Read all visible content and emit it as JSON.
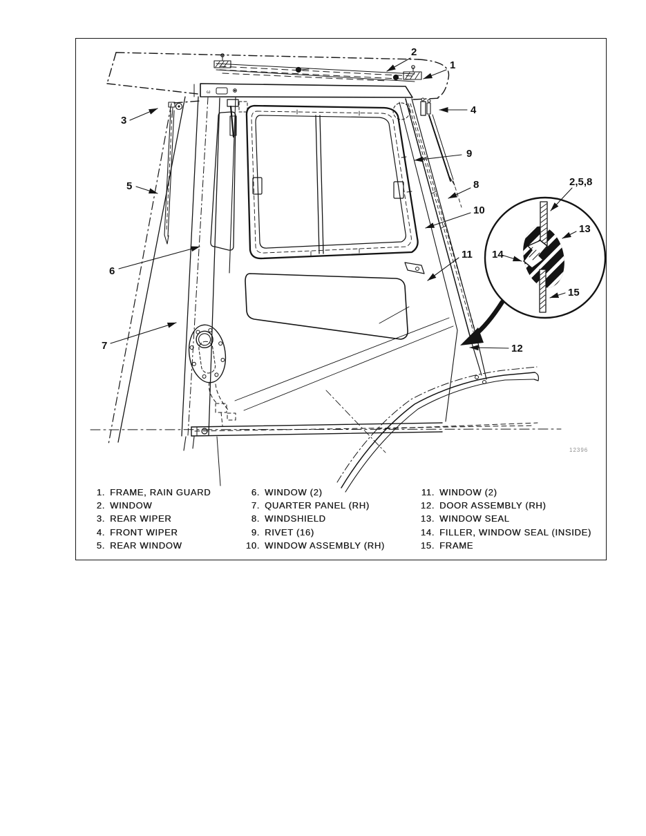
{
  "figure": {
    "figure_number": "12396",
    "header_glyph": "ω",
    "callouts": {
      "c1": "1",
      "c2": "2",
      "c3": "3",
      "c4": "4",
      "c5": "5",
      "c6": "6",
      "c7": "7",
      "c8": "8",
      "c9": "9",
      "c10": "10",
      "c11": "11",
      "c12": "12",
      "c13": "13",
      "c14": "14",
      "c15": "15",
      "c258": "2,5,8"
    }
  },
  "legend": {
    "columns": [
      {
        "items": [
          {
            "num": "1.",
            "label": "FRAME, RAIN GUARD"
          },
          {
            "num": "2.",
            "label": "WINDOW"
          },
          {
            "num": "3.",
            "label": "REAR WIPER"
          },
          {
            "num": "4.",
            "label": "FRONT WIPER"
          },
          {
            "num": "5.",
            "label": "REAR WINDOW"
          }
        ]
      },
      {
        "items": [
          {
            "num": "6.",
            "label": "WINDOW (2)"
          },
          {
            "num": "7.",
            "label": "QUARTER PANEL (RH)"
          },
          {
            "num": "8.",
            "label": "WINDSHIELD"
          },
          {
            "num": "9.",
            "label": "RIVET (16)"
          },
          {
            "num": "10.",
            "label": "WINDOW ASSEMBLY (RH)"
          }
        ]
      },
      {
        "items": [
          {
            "num": "11.",
            "label": "WINDOW (2)"
          },
          {
            "num": "12.",
            "label": "DOOR ASSEMBLY (RH)"
          },
          {
            "num": "13.",
            "label": "WINDOW SEAL"
          },
          {
            "num": "14.",
            "label": "FILLER, WINDOW SEAL (INSIDE)"
          },
          {
            "num": "15.",
            "label": "FRAME"
          }
        ]
      }
    ]
  }
}
